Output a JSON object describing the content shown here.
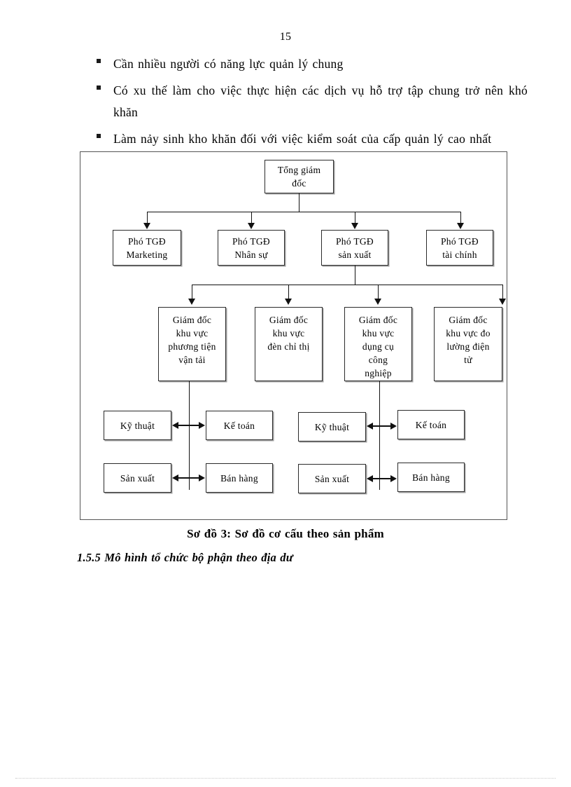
{
  "page": {
    "number": "15"
  },
  "bullets": [
    {
      "text": "Cần nhiều người có năng lực quản lý chung"
    },
    {
      "text": "Có xu thế làm cho việc thực hiện các dịch vụ hỗ trợ tập chung trở nên khó khăn"
    },
    {
      "text": "Làm nảy sinh kho khăn đối với việc kiểm soát của cấp quản lý cao nhất"
    }
  ],
  "diagram": {
    "root": {
      "lines": [
        "Tổng giám",
        "đốc"
      ]
    },
    "tier2": [
      {
        "lines": [
          "Phó TGĐ",
          "Marketing"
        ]
      },
      {
        "lines": [
          "Phó TGĐ",
          "Nhân sự"
        ]
      },
      {
        "lines": [
          "Phó TGĐ",
          "sản xuất"
        ]
      },
      {
        "lines": [
          "Phó TGĐ",
          "tài chính"
        ]
      }
    ],
    "tier3": [
      {
        "lines": [
          "Giám  đốc",
          "khu vực",
          "phương tiện",
          "vận tải"
        ]
      },
      {
        "lines": [
          "Giám  đốc",
          "khu vực",
          "đèn chỉ thị"
        ]
      },
      {
        "lines": [
          "Giám  đốc",
          "khu vực",
          "dụng cụ",
          "công",
          "nghiệp"
        ]
      },
      {
        "lines": [
          "Giám  đốc",
          "khu vực đo",
          "lường điện",
          "tử"
        ]
      }
    ],
    "groupLeft": {
      "top_left": "Kỹ thuật",
      "top_right": "Kế toán",
      "bottom_left": "Sản xuất",
      "bottom_right": "Bán hàng"
    },
    "groupRight": {
      "top_left": "Kỹ thuật",
      "top_right": "Kế toán",
      "bottom_left": "Sản xuất",
      "bottom_right": "Bán hàng"
    }
  },
  "caption": "Sơ đồ 3: Sơ đồ cơ cấu theo sản phẩm",
  "heading": "1.5.5 Mô hình tổ chức bộ phận theo địa dư"
}
